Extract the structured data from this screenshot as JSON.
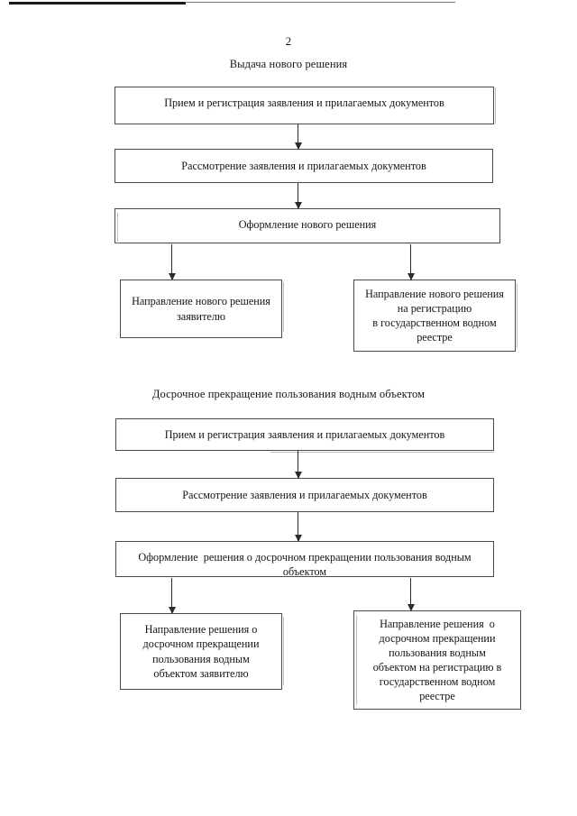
{
  "document": {
    "page_number": "2",
    "language": "ru"
  },
  "sections": [
    {
      "title": "Выдача нового решения",
      "nodes": {
        "step1": "Прием и регистрация заявления и прилагаемых документов",
        "step2": "Рассмотрение заявления и прилагаемых документов",
        "step3": "Оформление нового решения",
        "branch_left": "Направление нового решения\nзаявителю",
        "branch_right": "Направление нового решения\nна регистрацию\nв государственном водном\nреестре"
      }
    },
    {
      "title": "Досрочное прекращение пользования водным объектом",
      "nodes": {
        "step1": "Прием и регистрация заявления и прилагаемых документов",
        "step2": "Рассмотрение заявления и прилагаемых документов",
        "step3": "Оформление  решения о досрочном прекращении пользования водным объектом",
        "branch_left": "Направление решения о\nдосрочном прекращении\nпользования водным\nобъектом заявителю",
        "branch_right": "Направление решения  о\nдосрочном прекращении\nпользования водным\nобъектом на регистрацию в\nгосударственном водном\nреестре"
      }
    }
  ],
  "colors": {
    "page_background": "#ffffff",
    "text": "#161616",
    "box_border": "#4a4a4a",
    "arrow": "#2b2b2b",
    "scan_artifact": "#1a1a1a"
  }
}
